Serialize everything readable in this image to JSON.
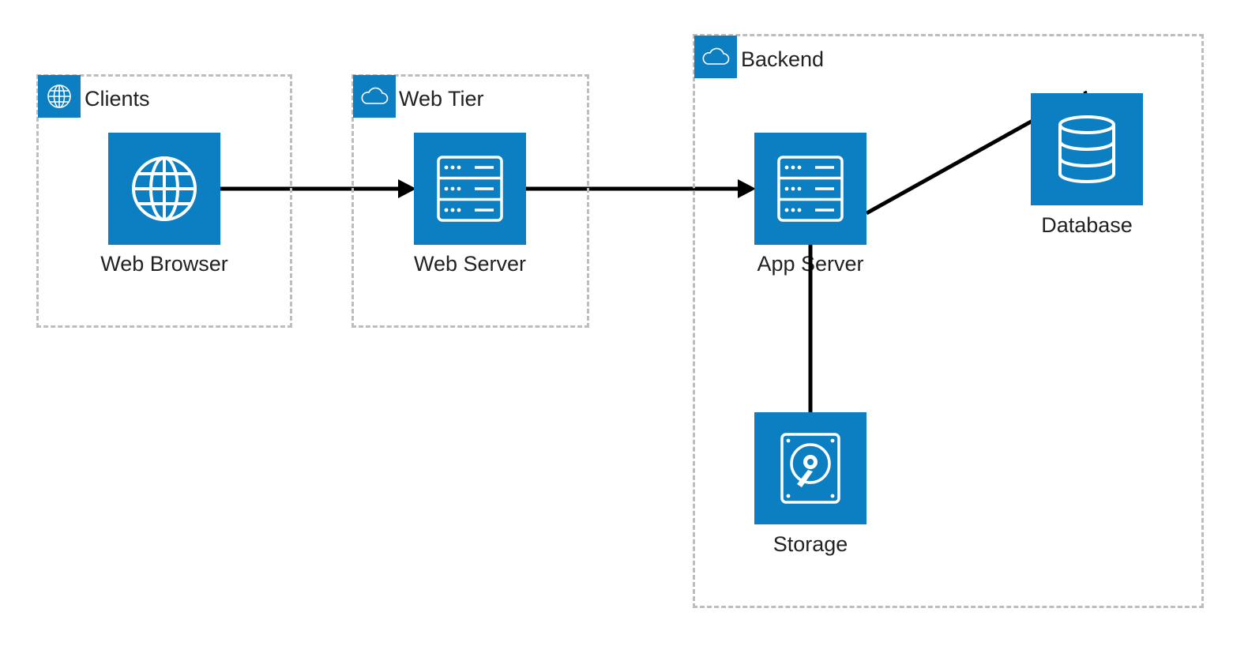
{
  "colors": {
    "icon_fill": "#0b7fc1",
    "edge": "#000000",
    "group_border": "#bdbdbd",
    "text": "#222222"
  },
  "groups": [
    {
      "id": "clients",
      "label": "Clients",
      "icon": "globe-icon"
    },
    {
      "id": "web-tier",
      "label": "Web Tier",
      "icon": "cloud-icon"
    },
    {
      "id": "backend",
      "label": "Backend",
      "icon": "cloud-icon"
    }
  ],
  "nodes": [
    {
      "id": "web-browser",
      "label": "Web Browser",
      "icon": "globe-icon"
    },
    {
      "id": "web-server",
      "label": "Web Server",
      "icon": "server-icon"
    },
    {
      "id": "app-server",
      "label": "App Server",
      "icon": "server-icon"
    },
    {
      "id": "database",
      "label": "Database",
      "icon": "database-icon"
    },
    {
      "id": "storage",
      "label": "Storage",
      "icon": "hard-drive-icon"
    }
  ],
  "edges": [
    {
      "from": "web-browser",
      "to": "web-server",
      "arrow": true
    },
    {
      "from": "web-server",
      "to": "app-server",
      "arrow": true
    },
    {
      "from": "app-server",
      "to": "database",
      "arrow": false
    },
    {
      "from": "app-server",
      "to": "storage",
      "arrow": false
    }
  ]
}
